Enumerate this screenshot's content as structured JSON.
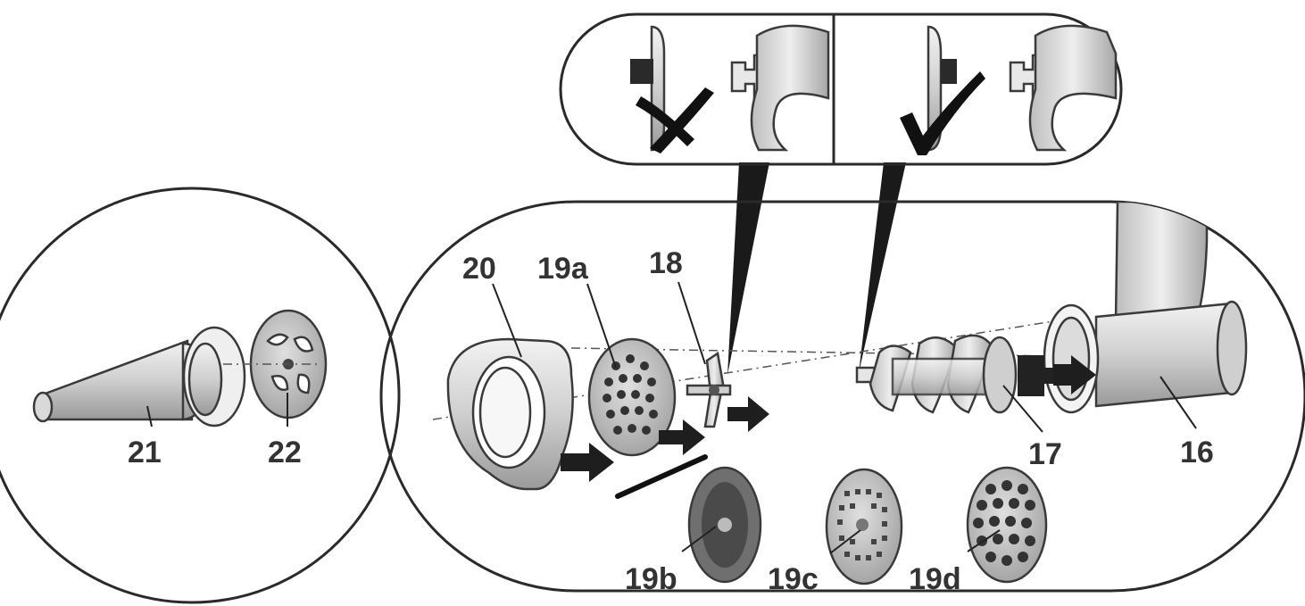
{
  "labels": {
    "nozzle": "21",
    "spacer": "22",
    "ring_nut": "20",
    "disc_coarse": "19a",
    "blade": "18",
    "screw": "17",
    "housing": "16",
    "disc_b": "19b",
    "disc_c": "19c",
    "disc_d": "19d"
  },
  "icons": {
    "incorrect": "cross-mark-icon",
    "correct": "check-mark-icon"
  },
  "colors": {
    "outline": "#2a2a2a",
    "metal_light": "#e6e6e6",
    "metal_mid": "#bfbfbf",
    "metal_dark": "#8c8c8c",
    "arrow": "#1e1e1e"
  }
}
